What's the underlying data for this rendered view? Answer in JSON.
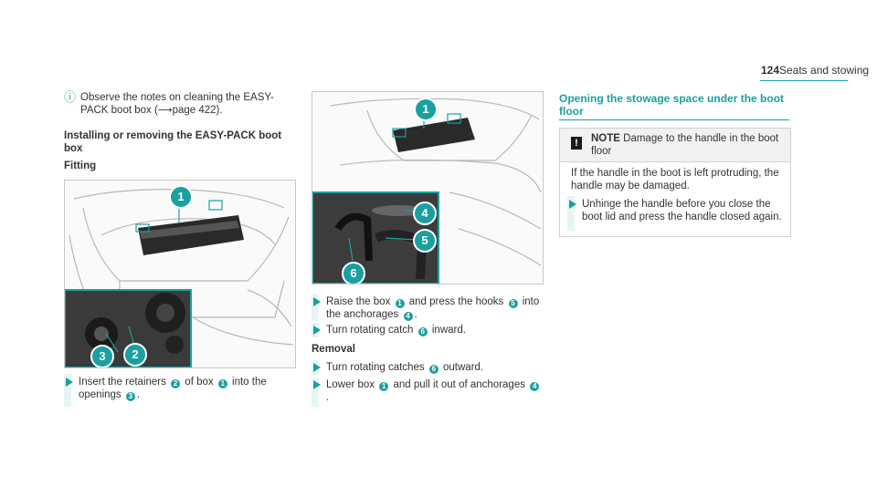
{
  "header": {
    "page_number": "124",
    "section": "Seats and stowing"
  },
  "col1": {
    "info_text": "Observe the notes on cleaning the EASY-PACK boot box (",
    "info_page": "page 422).",
    "heading": "Installing or removing the EASY-PACK boot box",
    "subheading": "Fitting",
    "step1": {
      "a": "Insert the retainers",
      "b": "of box",
      "c": "into the",
      "d": "openings"
    }
  },
  "col2": {
    "step_raise": {
      "a": "Raise the box",
      "b": "and press the hooks",
      "c": "into the anchorages"
    },
    "step_turn_in": {
      "a": "Turn rotating catch",
      "b": "inward."
    },
    "removal_heading": "Removal",
    "step_turn_out": {
      "a": "Turn rotating catches",
      "b": "outward."
    },
    "step_lower": {
      "a": "Lower box",
      "b": "and pull it out of anchorages"
    }
  },
  "col3": {
    "heading": "Opening the stowage space under the boot floor",
    "note_label": "NOTE",
    "note_title": "Damage to the handle in the boot floor",
    "note_body": "If the handle in the boot is left protruding, the handle may be damaged.",
    "note_step": "Unhinge the handle before you close the boot lid and press the handle closed again."
  },
  "badges": {
    "n1": "1",
    "n2": "2",
    "n3": "3",
    "n4": "4",
    "n5": "5",
    "n6": "6"
  },
  "colors": {
    "accent": "#1aa0a0"
  }
}
